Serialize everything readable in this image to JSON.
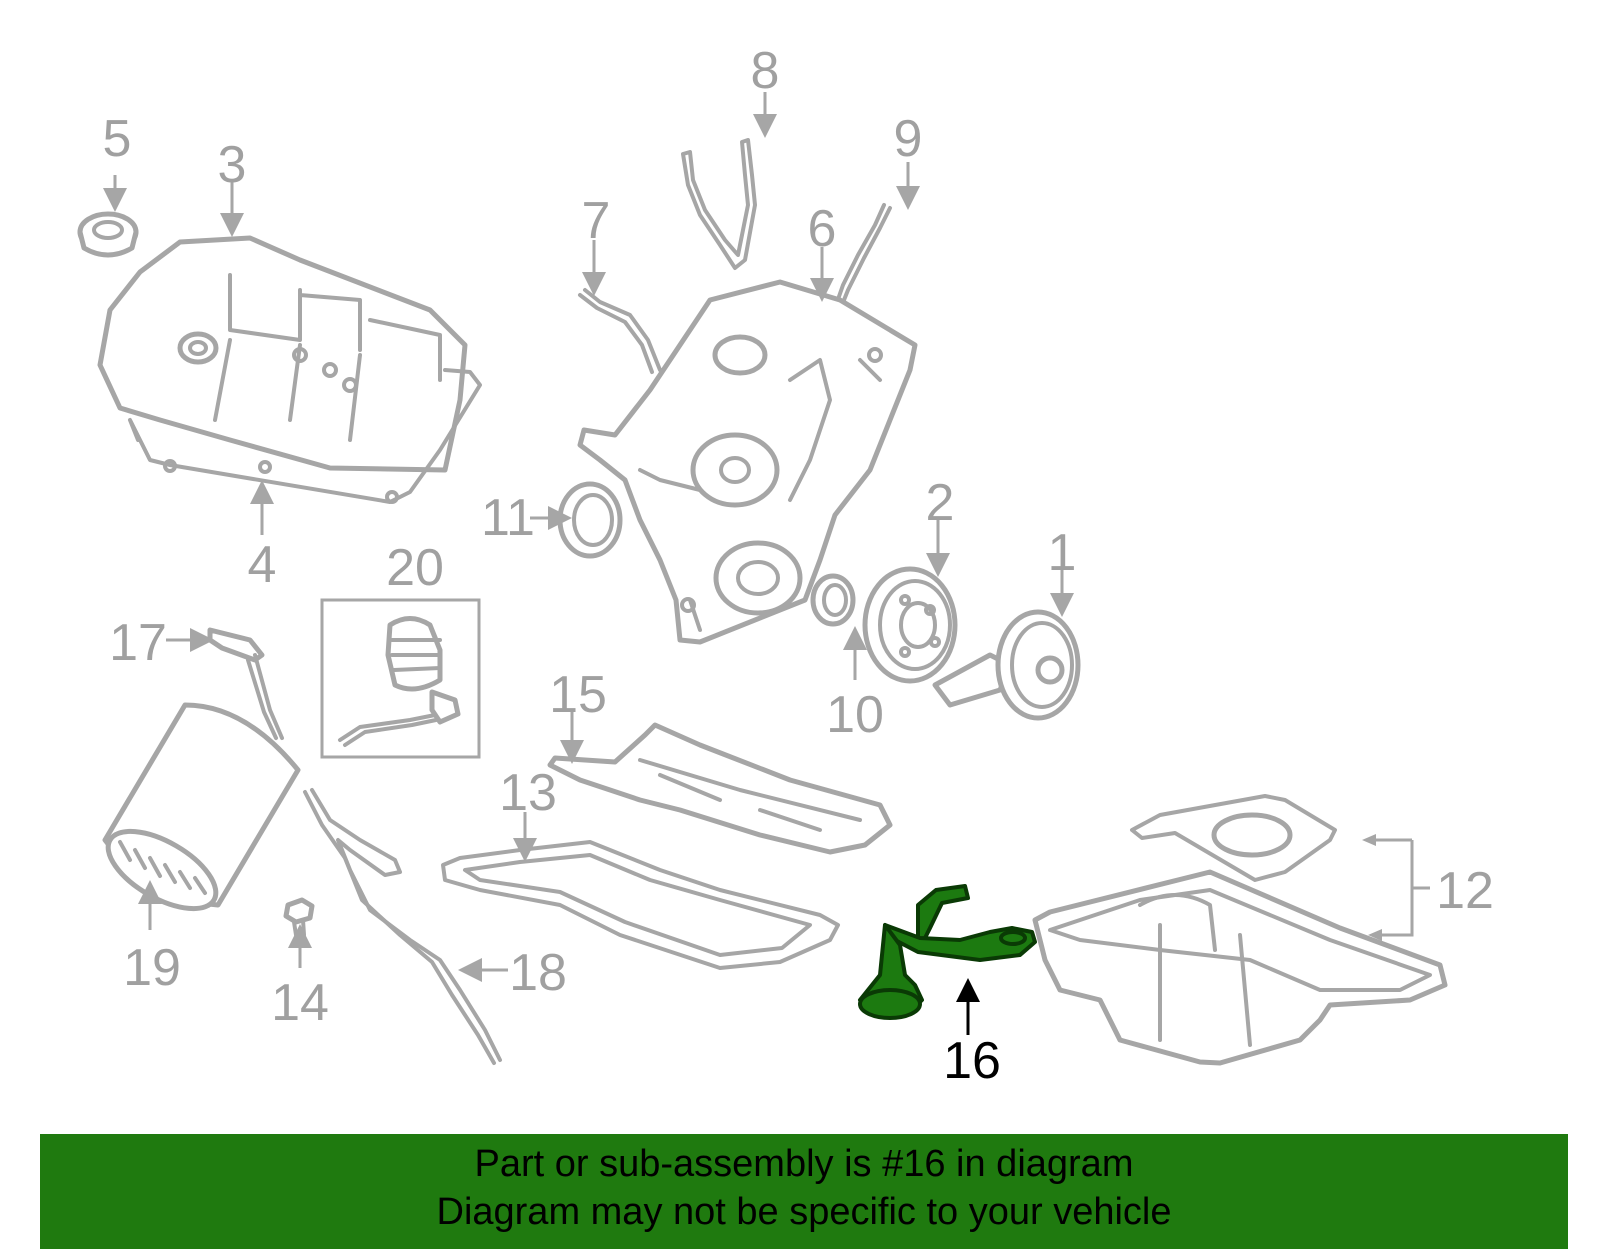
{
  "colors": {
    "part_outline": "#a6a6a6",
    "highlight": "#1c7a10",
    "banner": "#1f7a0f"
  },
  "highlighted_part": "16",
  "callouts": {
    "c1": "1",
    "c2": "2",
    "c3": "3",
    "c4": "4",
    "c5": "5",
    "c6": "6",
    "c7": "7",
    "c8": "8",
    "c9": "9",
    "c10": "10",
    "c11": "11",
    "c12": "12",
    "c13": "13",
    "c14": "14",
    "c15": "15",
    "c16": "16",
    "c17": "17",
    "c18": "18",
    "c19": "19",
    "c20": "20"
  },
  "banner": {
    "line1": "Part or sub-assembly is #16 in diagram",
    "line2": "Diagram may not be specific to your vehicle"
  }
}
